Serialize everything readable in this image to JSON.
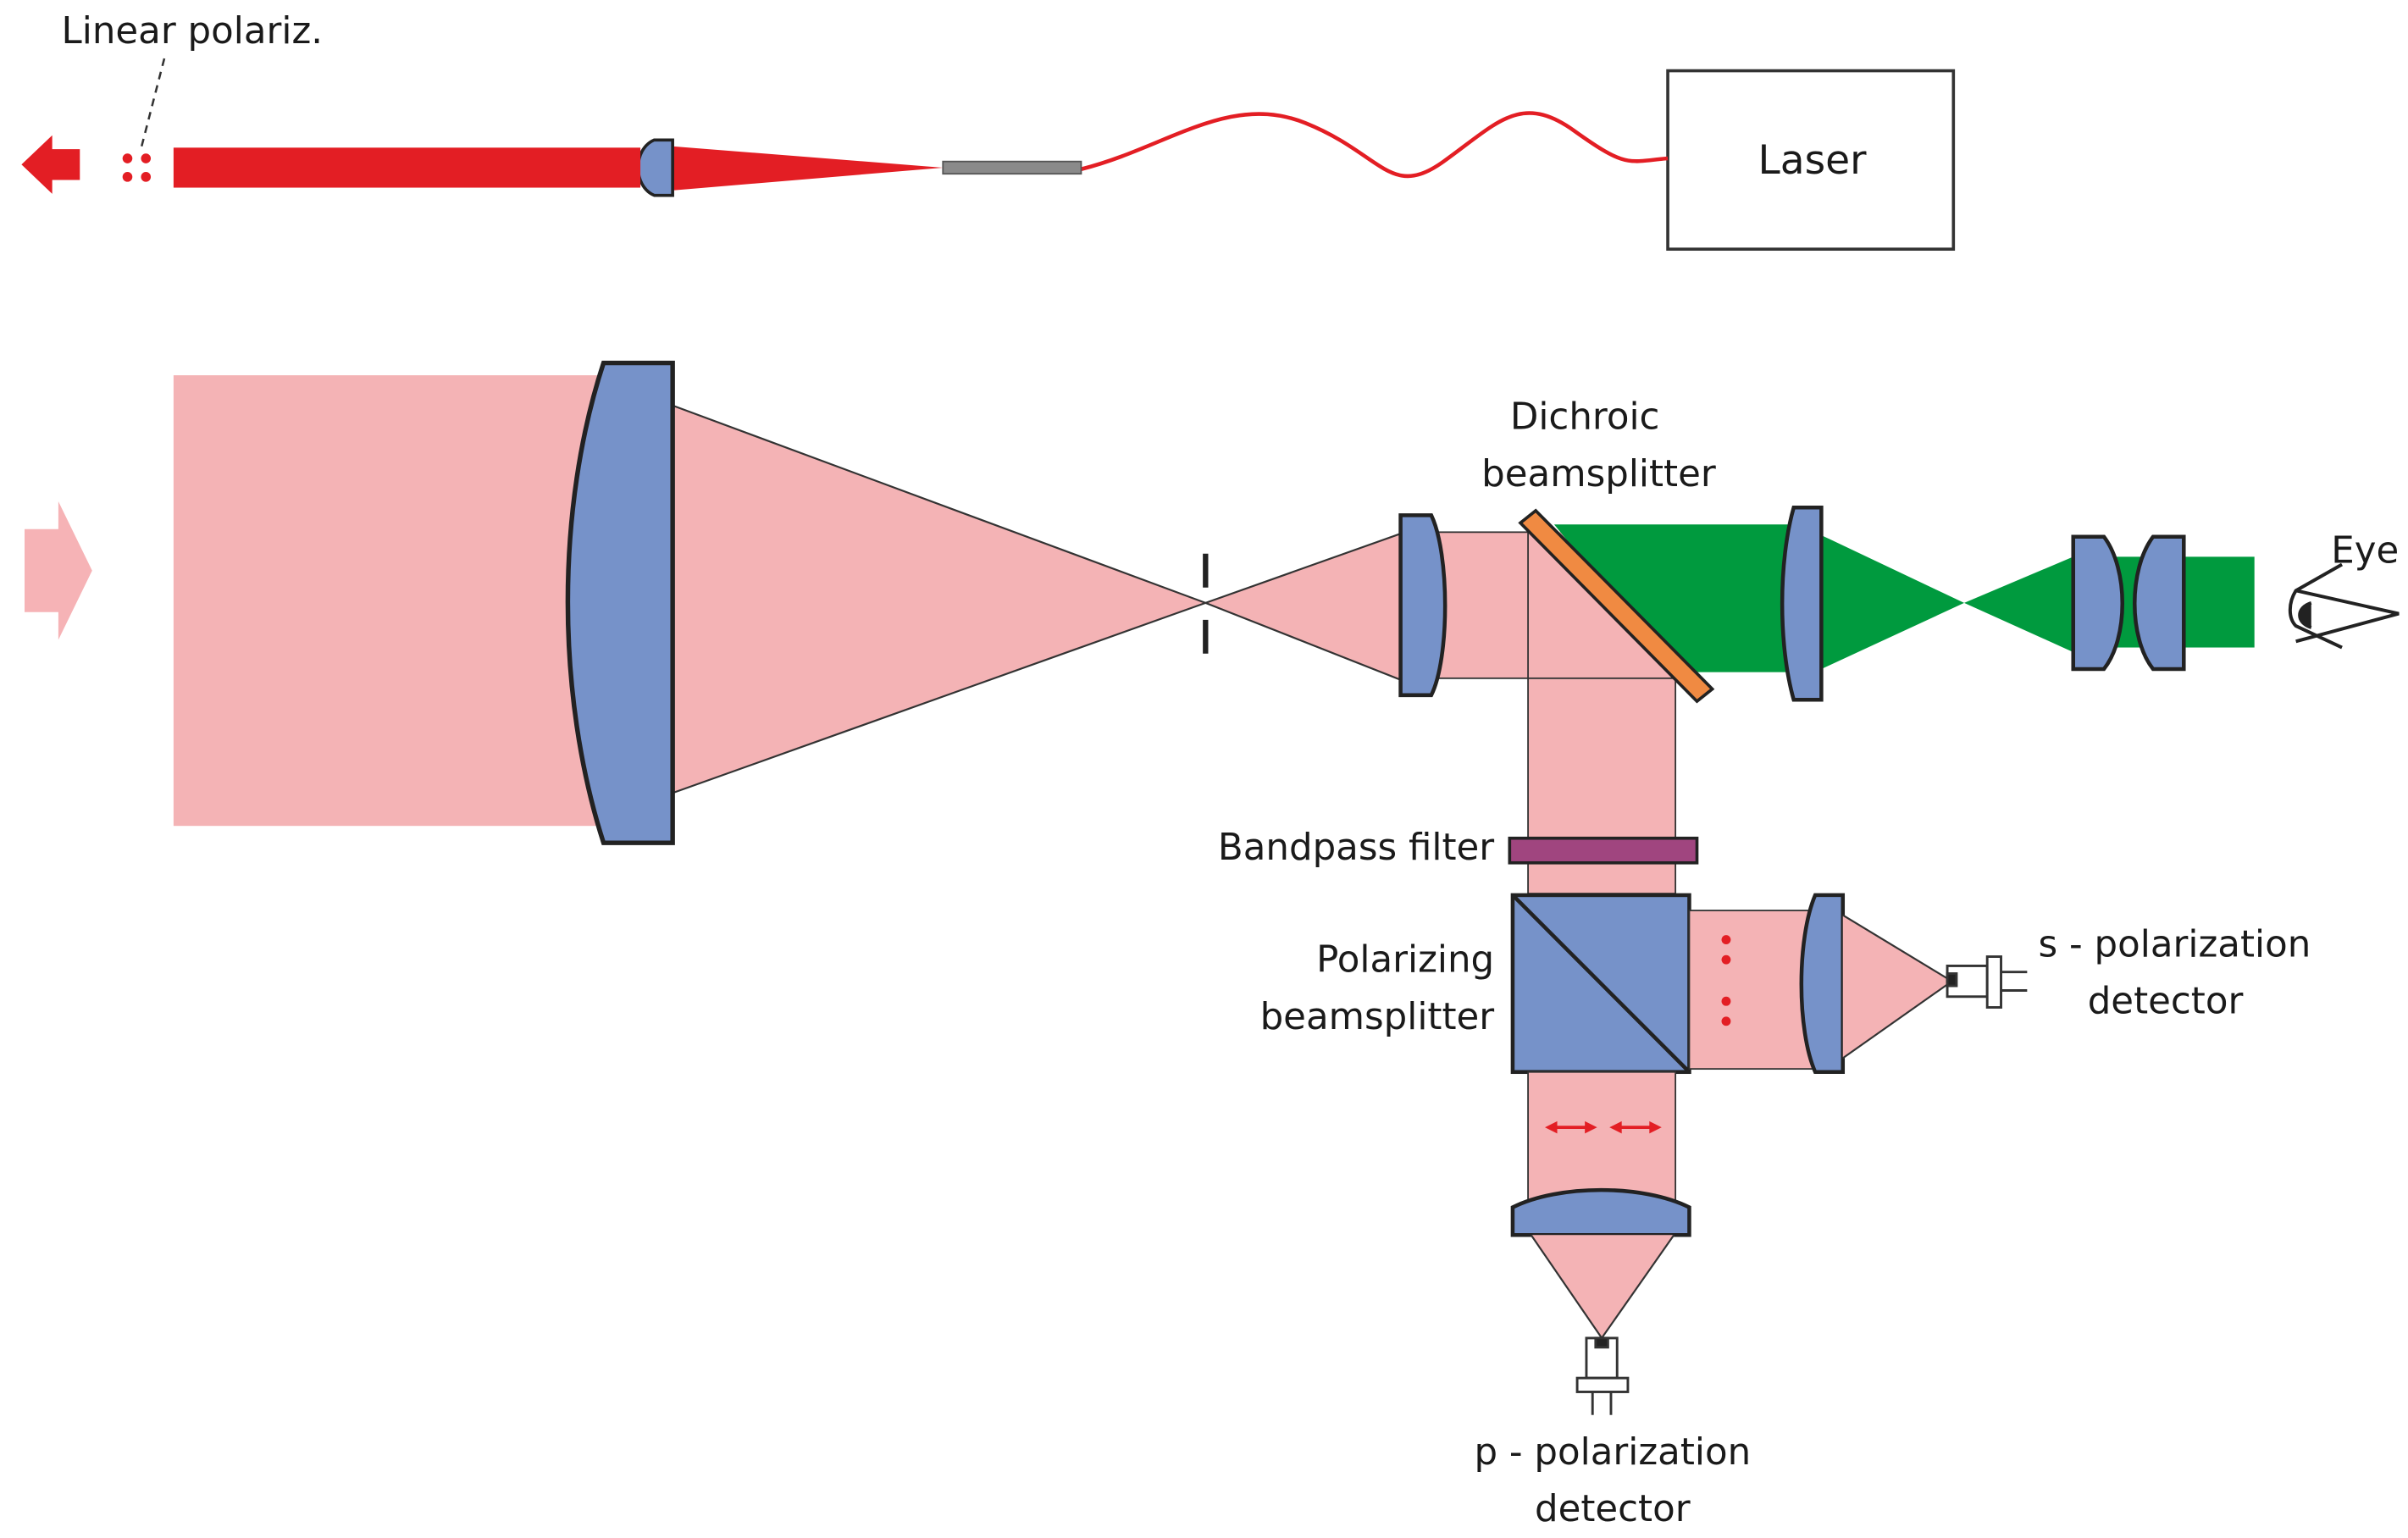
{
  "labels": {
    "linear_polariz": "Linear polariz.",
    "laser": "Laser",
    "dichroic_line1": "Dichroic",
    "dichroic_line2": "beamsplitter",
    "eye": "Eye",
    "bandpass": "Bandpass filter",
    "polarizing_line1": "Polarizing",
    "polarizing_line2": "beamsplitter",
    "s_pol_line1": "s - polarization",
    "s_pol_line2": "detector",
    "p_pol_line1": "p -  polarization",
    "p_pol_line2": "detector"
  },
  "colors": {
    "laser_beam": "#e31e24",
    "light_beam": "#f4b3b5",
    "arrow_pale": "#f6b3b6",
    "lens": "#7692c9",
    "green_beam": "#009a3e",
    "dichroic": "#f08a42",
    "bandpass": "#a0457f",
    "outline": "#222222",
    "fiber": "#808080"
  }
}
